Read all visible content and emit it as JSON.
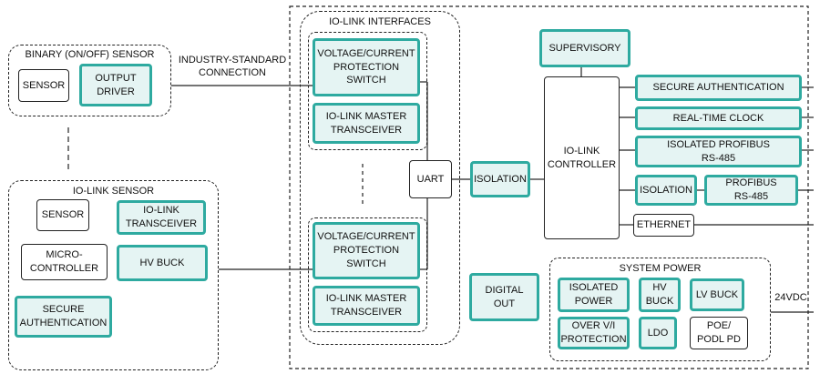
{
  "colors": {
    "accent_border": "#2eaaa0",
    "accent_fill": "#e5f4f3",
    "line": "#222222"
  },
  "binary_sensor": {
    "title": "BINARY (ON/OFF) SENSOR",
    "sensor": "SENSOR",
    "output_driver": "OUTPUT\nDRIVER"
  },
  "connection_label": "INDUSTRY-STANDARD\nCONNECTION",
  "iolink_sensor": {
    "title": "IO-LINK SENSOR",
    "sensor": "SENSOR",
    "microcontroller": "MICRO-\nCONTROLLER",
    "secure_auth": "SECURE\nAUTHENTICATION",
    "transceiver": "IO-LINK\nTRANSCEIVER",
    "hv_buck": "HV BUCK"
  },
  "iolink_interfaces": {
    "title": "IO-LINK INTERFACES",
    "ports": [
      {
        "protection": "VOLTAGE/CURRENT\nPROTECTION\nSWITCH",
        "master": "IO-LINK MASTER\nTRANSCEIVER"
      },
      {
        "protection": "VOLTAGE/CURRENT\nPROTECTION\nSWITCH",
        "master": "IO-LINK MASTER\nTRANSCEIVER"
      }
    ]
  },
  "uart": "UART",
  "isolation": "ISOLATION",
  "digital_out": "DIGITAL\nOUT",
  "supervisory": "SUPERVISORY",
  "controller": "IO-LINK\nCONTROLLER",
  "peripherals": {
    "secure_auth": "SECURE AUTHENTICATION",
    "rtc": "REAL-TIME CLOCK",
    "isolated_profibus": "ISOLATED PROFIBUS\nRS-485",
    "isolation": "ISOLATION",
    "profibus": "PROFIBUS\nRS-485",
    "ethernet": "ETHERNET"
  },
  "system_power": {
    "title": "SYSTEM POWER",
    "isolated_power": "ISOLATED\nPOWER",
    "hv_buck": "HV\nBUCK",
    "lv_buck": "LV BUCK",
    "over_vi": "OVER V/I\nPROTECTION",
    "ldo": "LDO",
    "poe": "POE/\nPODL PD"
  },
  "supply_label": "24VDC"
}
